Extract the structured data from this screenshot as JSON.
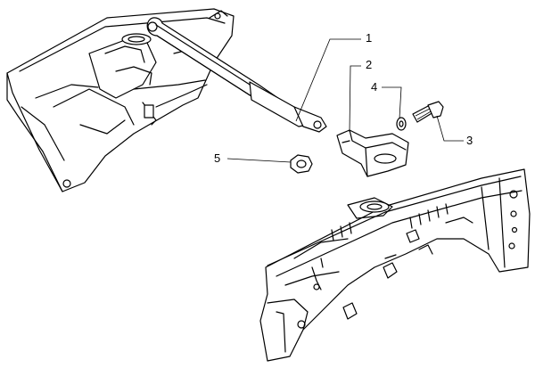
{
  "callouts": [
    {
      "id": "1",
      "label": "1"
    },
    {
      "id": "2",
      "label": "2"
    },
    {
      "id": "3",
      "label": "3"
    },
    {
      "id": "4",
      "label": "4"
    },
    {
      "id": "5",
      "label": "5"
    }
  ],
  "parts": [
    "strut-bar",
    "bracket",
    "bolt",
    "washer",
    "nut",
    "wheel-arch-left",
    "wheel-arch-right"
  ]
}
